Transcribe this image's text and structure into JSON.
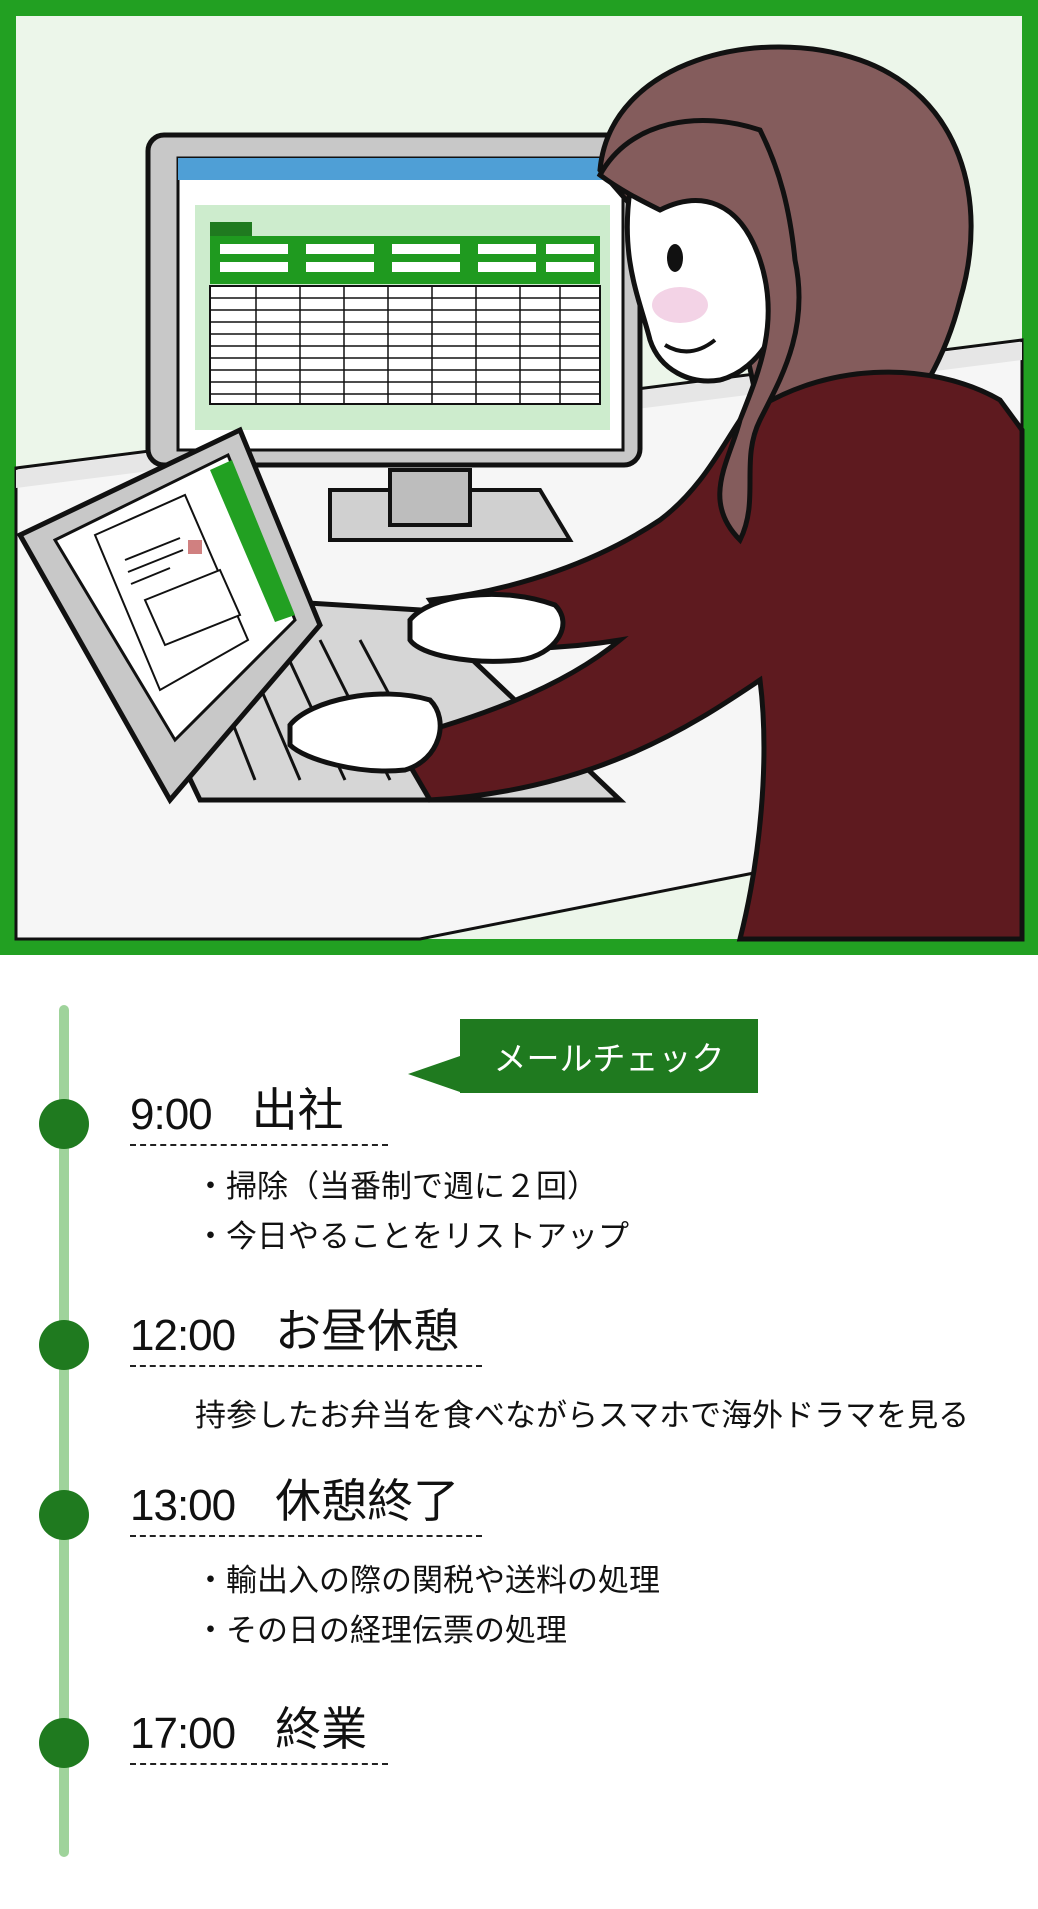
{
  "callout": {
    "label": "メールチェック"
  },
  "schedule": [
    {
      "time": "9:00",
      "title": "出社",
      "items": [
        "掃除（当番制で週に２回）",
        "今日やることをリストアップ"
      ]
    },
    {
      "time": "12:00",
      "title": "お昼休憩",
      "note": "持参したお弁当を食べながらスマホで海外ドラマを見る"
    },
    {
      "time": "13:00",
      "title": "休憩終了",
      "items": [
        "輸出入の際の関税や送料の処理",
        "その日の経理伝票の処理"
      ]
    },
    {
      "time": "17:00",
      "title": "終業"
    }
  ],
  "colors": {
    "accent_green": "#1f7a1f",
    "frame_green": "#22a022",
    "timeline_light_green": "#9fd39b",
    "sweater": "#5e1a1f",
    "hair": "#845c5c"
  }
}
